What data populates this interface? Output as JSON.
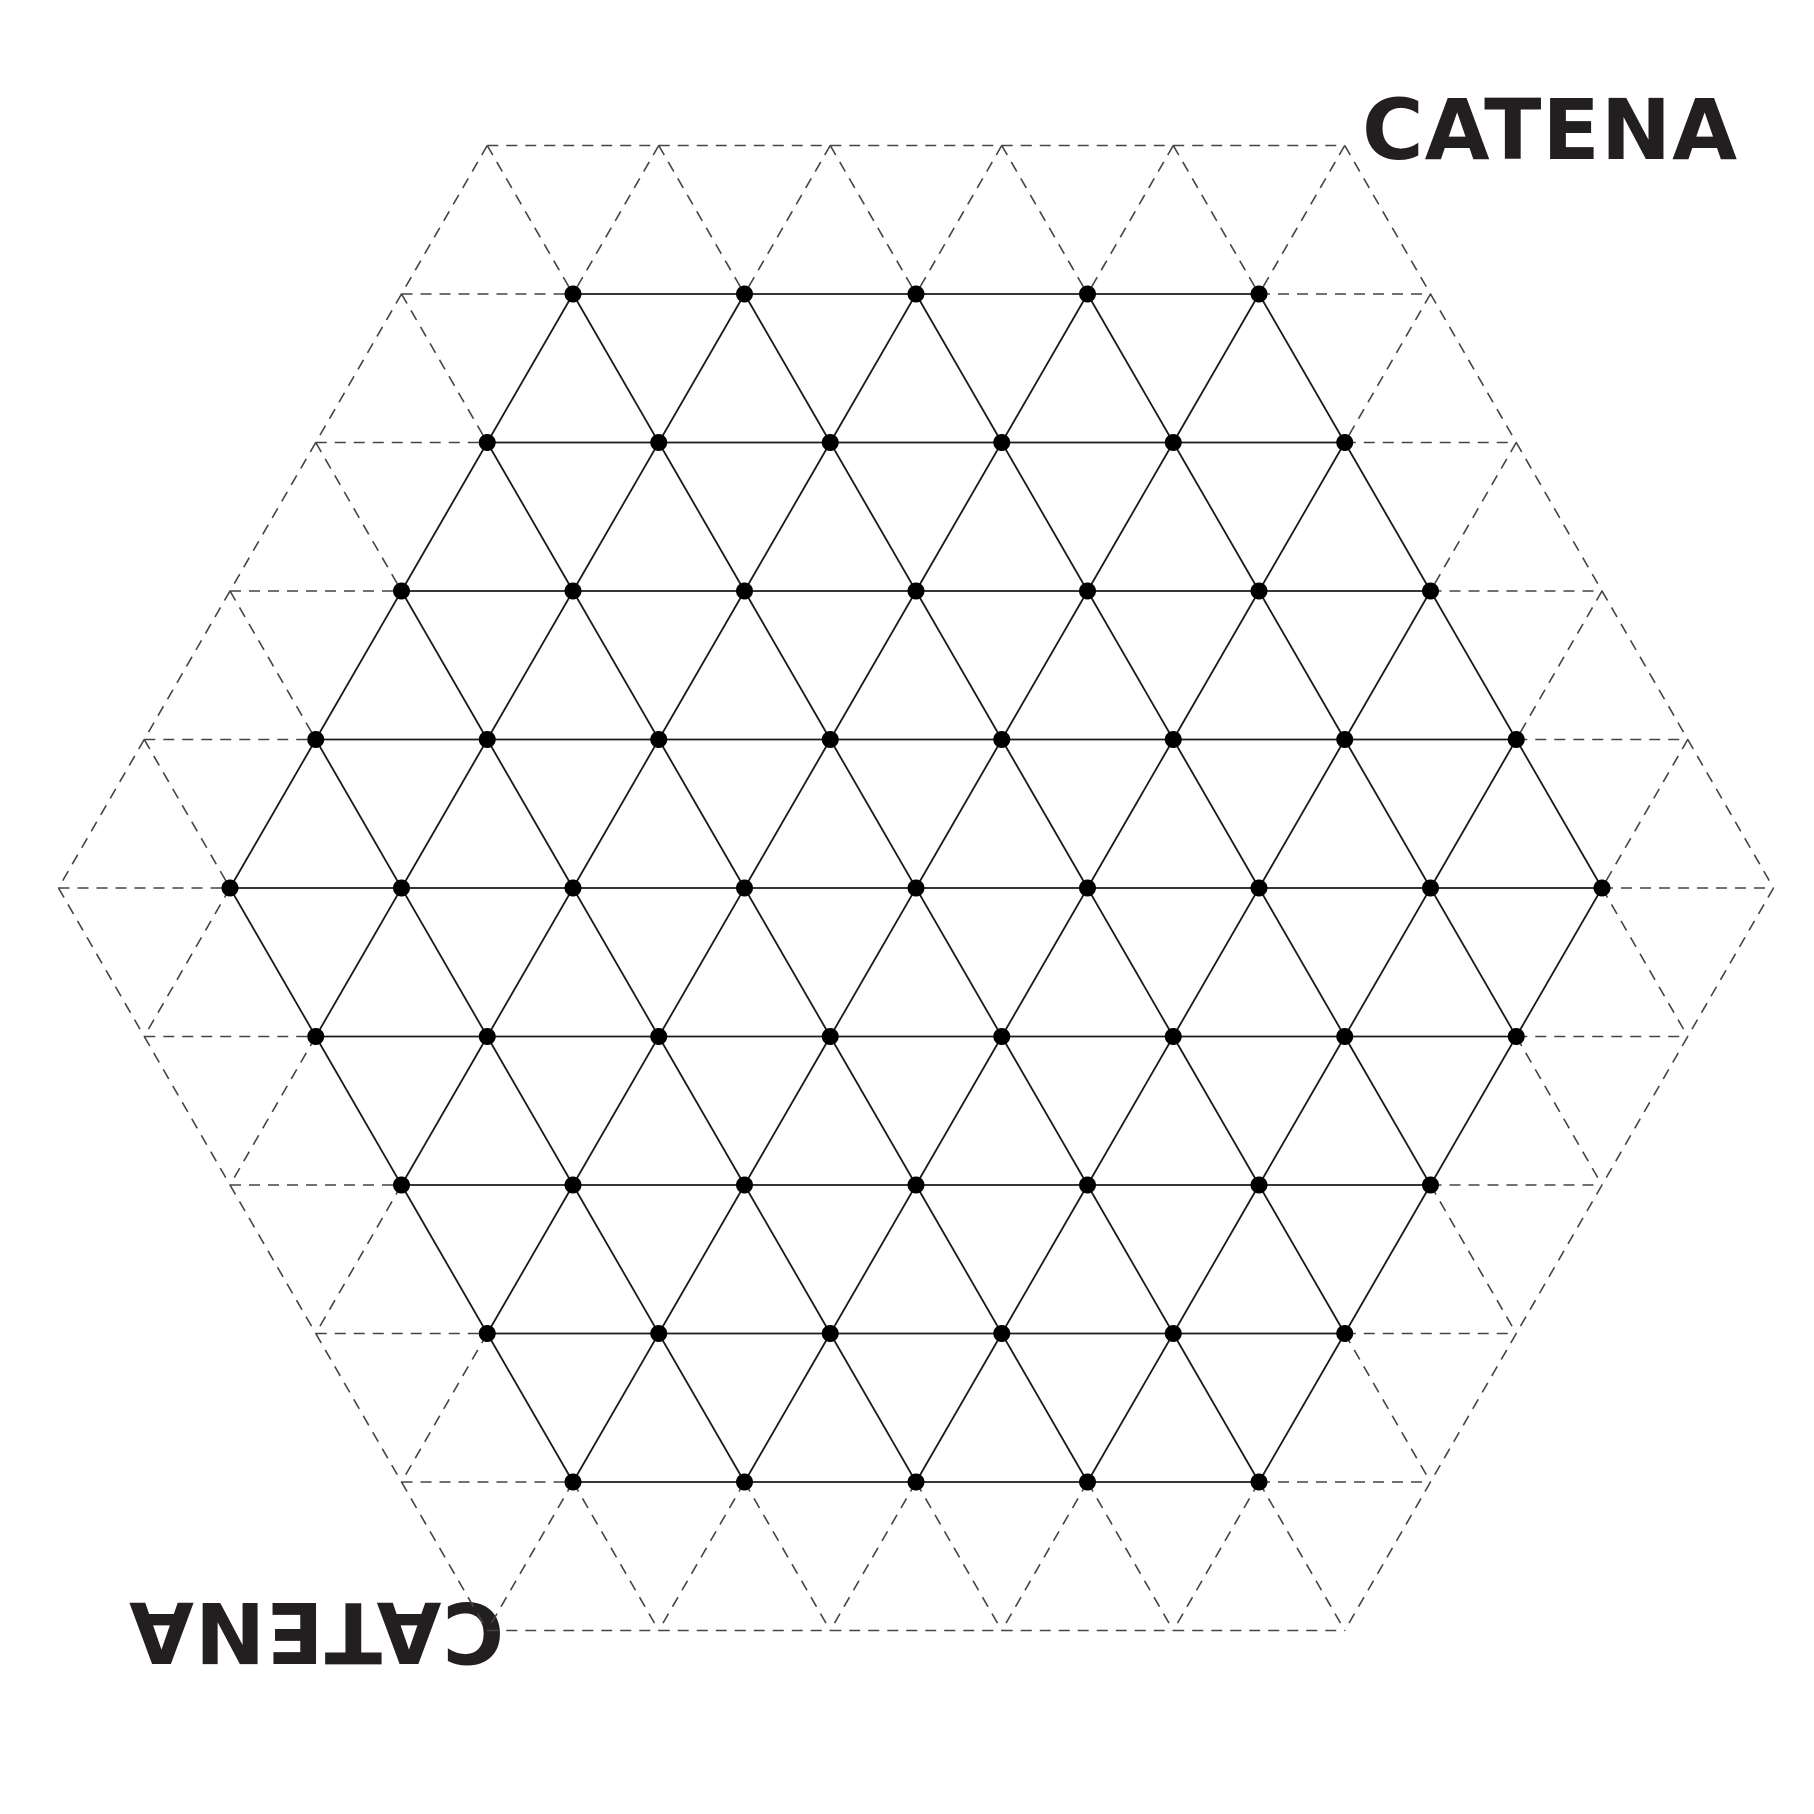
{
  "game": {
    "title_top": "CATENA",
    "title_bottom": "CATENA"
  },
  "board": {
    "shape": "hexagon",
    "grid": "triangular",
    "side_points": 5,
    "playable_point_count": 61,
    "rows_point_counts": [
      5,
      6,
      7,
      8,
      9,
      8,
      7,
      6,
      5
    ],
    "outer_ring": "dashed",
    "colors": {
      "background": "#ffffff",
      "lines": "#1a1a1a",
      "points": "#000000",
      "dashed_lines": "#444444",
      "text": "#231f20"
    }
  }
}
